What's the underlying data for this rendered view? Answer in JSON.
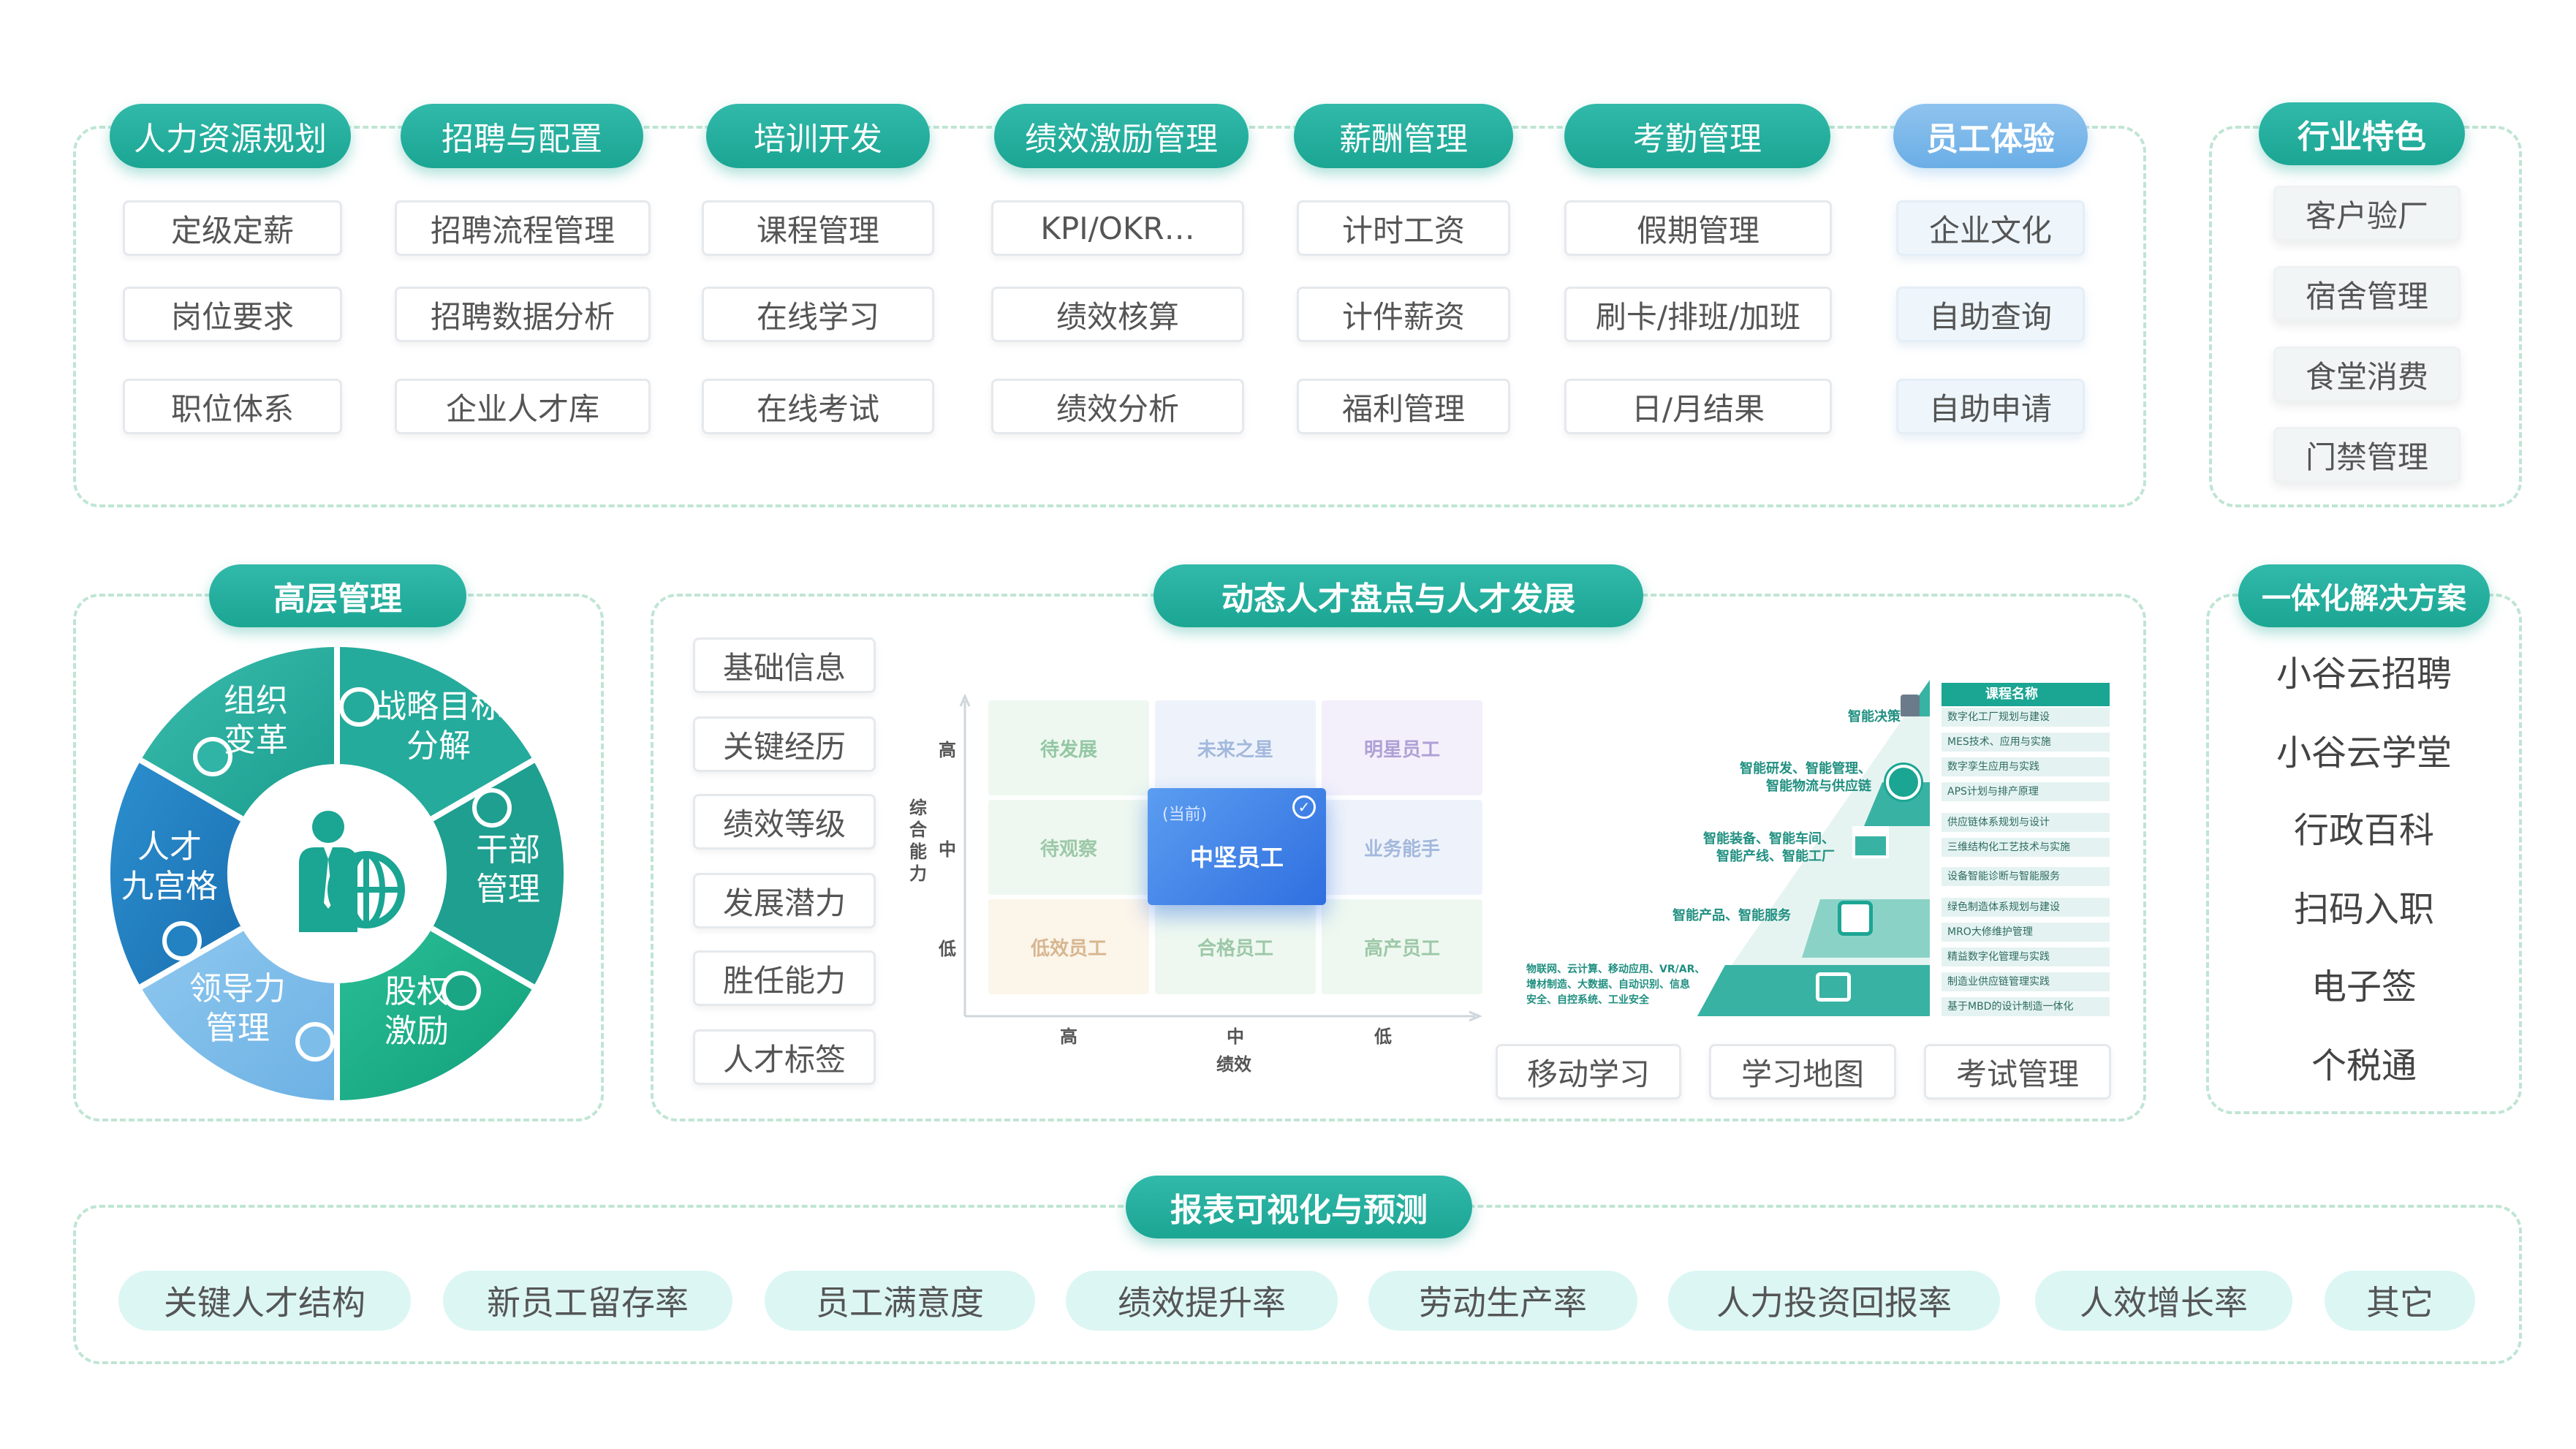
{
  "top_modules": [
    {
      "title": "人力资源规划",
      "items": [
        "定级定薪",
        "岗位要求",
        "职位体系"
      ]
    },
    {
      "title": "招聘与配置",
      "items": [
        "招聘流程管理",
        "招聘数据分析",
        "企业人才库"
      ]
    },
    {
      "title": "培训开发",
      "items": [
        "课程管理",
        "在线学习",
        "在线考试"
      ]
    },
    {
      "title": "绩效激励管理",
      "items": [
        "KPI/OKR…",
        "绩效核算",
        "绩效分析"
      ]
    },
    {
      "title": "薪酬管理",
      "items": [
        "计时工资",
        "计件薪资",
        "福利管理"
      ]
    },
    {
      "title": "考勤管理",
      "items": [
        "假期管理",
        "刷卡/排班/加班",
        "日/月结果"
      ]
    },
    {
      "title": "员工体验",
      "items": [
        "企业文化",
        "自助查询",
        "自助申请"
      ]
    }
  ],
  "industry": {
    "title": "行业特色",
    "items": [
      "客户验厂",
      "宿舍管理",
      "食堂消费",
      "门禁管理"
    ]
  },
  "senior": {
    "title": "高层管理",
    "segments": [
      "组织\n变革",
      "战略目标\n分解",
      "干部\n管理",
      "股权\n激励",
      "领导力\n管理",
      "人才\n九宫格"
    ]
  },
  "talent": {
    "title": "动态人才盘点与人才发展",
    "side_items": [
      "基础信息",
      "关键经历",
      "绩效等级",
      "发展潜力",
      "胜任能力",
      "人才标签"
    ],
    "nine_grid": {
      "cells": [
        "待发展",
        "未来之星",
        "明星员工",
        "待观察",
        "中坚员工",
        "业务能手",
        "低效员工",
        "合格员工",
        "高产员工"
      ],
      "current_tag": "(当前)",
      "y_axis": "综合能力",
      "y_ticks": [
        "高",
        "中",
        "低"
      ],
      "x_axis": "绩效",
      "x_ticks": [
        "高",
        "中",
        "低"
      ]
    },
    "pyramid": {
      "levels": [
        "智能决策",
        "智能研发、智能管理、\n智能物流与供应链",
        "智能装备、智能车间、\n智能产线、智能工厂",
        "智能产品、智能服务",
        "物联网、云计算、移动应用、VR/AR、\n增材制造、大数据、自动识别、信息\n安全、自控系统、工业安全"
      ],
      "course_header": "课程名称",
      "courses": [
        "数字化工厂规划与建设",
        "MES技术、应用与实施",
        "数字孪生应用与实践",
        "APS计划与排产原理",
        "供应链体系规划与设计",
        "三维结构化工艺技术与实施",
        "设备智能诊断与智能服务",
        "绿色制造体系规划与建设",
        "MRO大修维护管理",
        "精益数字化管理与实践",
        "制造业供应链管理实践",
        "基于MBD的设计制造一体化"
      ]
    },
    "bottom_items": [
      "移动学习",
      "学习地图",
      "考试管理"
    ]
  },
  "integrated": {
    "title": "一体化解决方案",
    "items": [
      "小谷云招聘",
      "小谷云学堂",
      "行政百科",
      "扫码入职",
      "电子签",
      "个税通"
    ]
  },
  "reports": {
    "title": "报表可视化与预测",
    "metrics": [
      "关键人才结构",
      "新员工留存率",
      "员工满意度",
      "绩效提升率",
      "劳动生产率",
      "人力投资回报率",
      "人效增长率",
      "其它"
    ]
  },
  "colors": {
    "teal": "#1ba593",
    "blue": "#6aaee6",
    "dashed": "#bfe5d3",
    "metric_bg": "#dcf6f4"
  }
}
